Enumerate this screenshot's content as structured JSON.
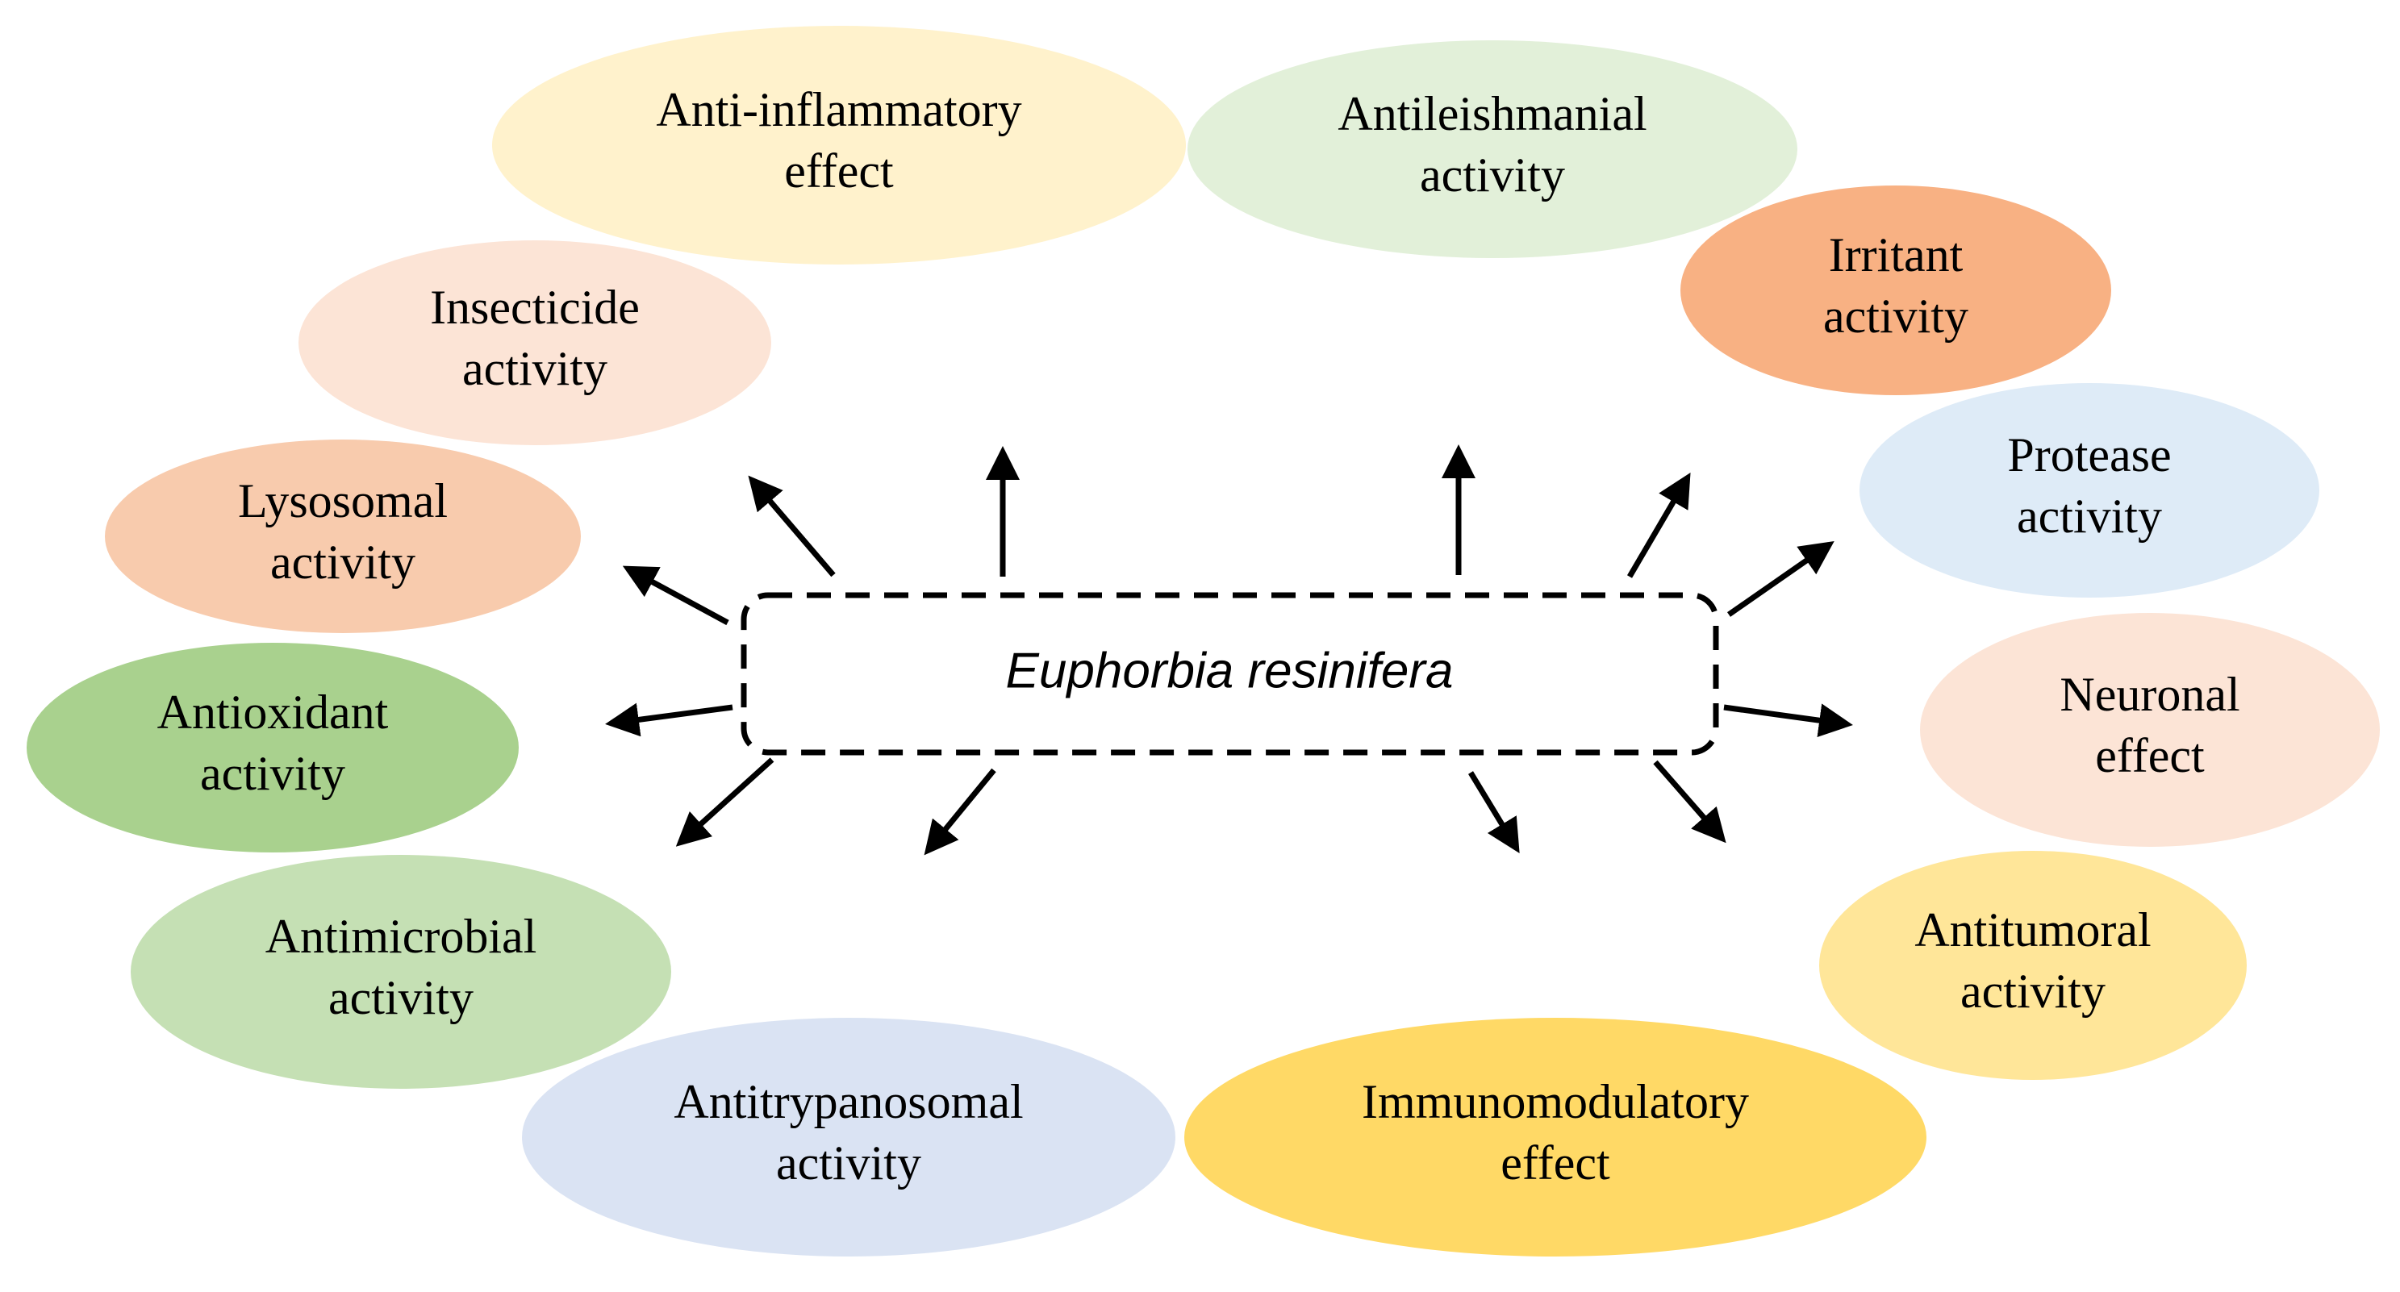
{
  "center": {
    "label": "Euphorbia resinifera"
  },
  "activities": [
    {
      "id": "anti-inflammatory",
      "lines": [
        "Anti-inflammatory",
        "effect"
      ],
      "color": "#FFF2CC"
    },
    {
      "id": "antileishmanial",
      "lines": [
        "Antileishmanial",
        "activity"
      ],
      "color": "#E2F0D9"
    },
    {
      "id": "irritant",
      "lines": [
        "Irritant",
        "activity"
      ],
      "color": "#F8B183"
    },
    {
      "id": "protease",
      "lines": [
        "Protease",
        "activity"
      ],
      "color": "#DEEBF7"
    },
    {
      "id": "neuronal",
      "lines": [
        "Neuronal",
        "effect"
      ],
      "color": "#FCE4D6"
    },
    {
      "id": "antitumoral",
      "lines": [
        "Antitumoral",
        "activity"
      ],
      "color": "#FFE699"
    },
    {
      "id": "immunomodulatory",
      "lines": [
        "Immunomodulatory",
        "effect"
      ],
      "color": "#FFD966"
    },
    {
      "id": "antitrypanosomal",
      "lines": [
        "Antitrypanosomal",
        "activity"
      ],
      "color": "#DAE3F3"
    },
    {
      "id": "antimicrobial",
      "lines": [
        "Antimicrobial",
        "activity"
      ],
      "color": "#C5E0B4"
    },
    {
      "id": "antioxidant",
      "lines": [
        "Antioxidant",
        "activity"
      ],
      "color": "#A9D18E"
    },
    {
      "id": "lysosomal",
      "lines": [
        "Lysosomal",
        "activity"
      ],
      "color": "#F8CBAD"
    },
    {
      "id": "insecticide",
      "lines": [
        "Insecticide",
        "activity"
      ],
      "color": "#FCE4D6"
    }
  ]
}
